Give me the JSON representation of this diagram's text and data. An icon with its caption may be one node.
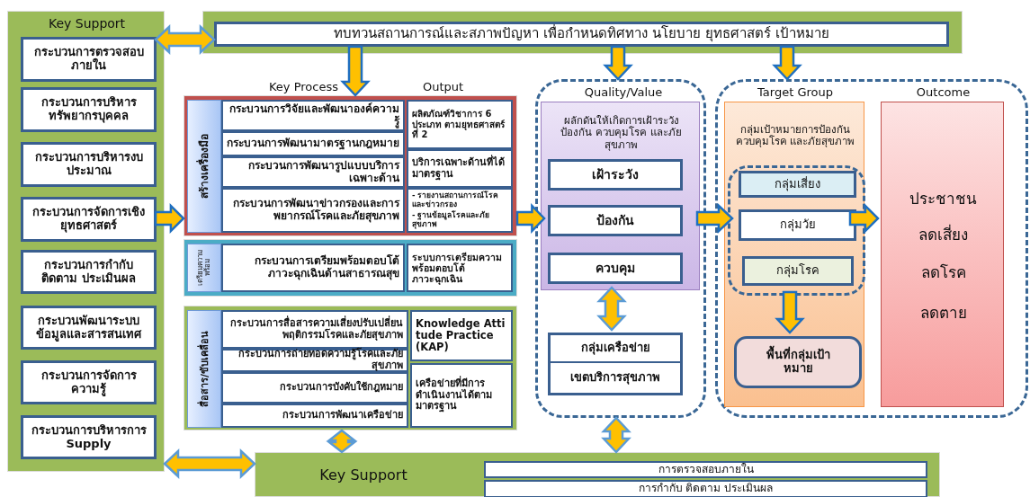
{
  "diagram": {
    "nodes": [
      {
        "text": [
          "Key Support"
        ]
      },
      {
        "text": [
          "กระบวนการตรวจสอบภายใน"
        ],
        "in": 0
      },
      {
        "text": [
          "กระบวนการบริหารทรัพยากรบุคคล"
        ],
        "in": 0
      },
      {
        "text": [
          "กระบวนการบริหารงบประมาณ"
        ],
        "in": 0
      },
      {
        "text": [
          "กระบวนการจัดการเชิงยุทธศาสตร์"
        ],
        "in": 0
      },
      {
        "text": [
          "กระบวนการกำกับ ติดตาม ประเมินผล"
        ],
        "in": 0
      },
      {
        "text": [
          "กระบวนพัฒนาระบบข้อมูลและสารสนเทศ"
        ],
        "in": 0
      },
      {
        "text": [
          "กระบวนการจัดการความรู้"
        ],
        "in": 0
      },
      {
        "text": [
          "กระบวนการบริหารการ Supply"
        ],
        "in": 0
      },
      {
        "text": [
          "ทบทวนสถานการณ์และสภาพปัญหา เพื่อกำหนดทิศทาง นโยบาย ยุทธศาสตร์ เป้าหมาย"
        ]
      },
      {
        "text": [],
        "shape": "box"
      },
      {
        "text": [
          "สร้างเครื่องมือ"
        ],
        "in": 10
      },
      {
        "text": [
          "กระบวนการวิจัยและพัฒนาองค์ความรู้"
        ],
        "in": 10
      },
      {
        "text": [
          "กระบวนการพัฒนามาตรฐานกฎหมาย"
        ],
        "in": 10
      },
      {
        "text": [
          "กระบวนการพัฒนารูปแบบบริการเฉพาะด้าน"
        ],
        "in": 10
      },
      {
        "text": [
          "กระบวนการพัฒนาข่าวกรองและการพยากรณ์โรคและภัยสุขภาพ"
        ],
        "in": 10
      },
      {
        "text": [
          "ผลิตภัณฑ์วิชาการ 6 ประเภท ตามยุทธศาสตร์ที่ 2"
        ],
        "in": 10
      },
      {
        "text": [
          "บริการเฉพาะด้านที่ได้มาตรฐาน"
        ],
        "in": 10
      },
      {
        "text": [
          "- รายงานสถานการณ์โรคและข่าวกรอง",
          "- ฐานข้อมูลโรคและภัยสุขภาพ"
        ],
        "in": 10
      },
      {
        "text": [],
        "shape": "box"
      },
      {
        "text": [
          "เตรียมความพร้อม"
        ],
        "in": 19
      },
      {
        "text": [
          "กระบวนการเตรียมพร้อมตอบโต้ภาวะฉุกเฉินด้านสาธารณสุข"
        ],
        "in": 19
      },
      {
        "text": [
          "ระบบการเตรียมความพร้อมตอบโต้ภาวะฉุกเฉิน"
        ],
        "in": 19
      },
      {
        "text": [],
        "shape": "box"
      },
      {
        "text": [
          "สื่อสาร/ขับเคลื่อน"
        ],
        "in": 23
      },
      {
        "text": [
          "กระบวนการสื่อสารความเสี่ยงปรับเปลี่ยนพฤติกรรมโรคและภัยสุขภาพ"
        ],
        "in": 23
      },
      {
        "text": [
          "กระบวนการถ่ายทอดความรู้โรคและภัยสุขภาพ"
        ],
        "in": 23
      },
      {
        "text": [
          "กระบวนการบังคับใช้กฎหมาย"
        ],
        "in": 23
      },
      {
        "text": [
          "กระบวนการพัฒนาเครือข่าย"
        ],
        "in": 23
      },
      {
        "text": [
          "Knowledge Attitude Practice (KAP)"
        ],
        "in": 23
      },
      {
        "text": [
          "เครือข่ายที่มีการดำเนินงานได้ตามมาตรฐาน"
        ],
        "in": 23
      },
      {
        "text": [
          "Quality/Value"
        ]
      },
      {
        "text": [
          "ผลักดันให้เกิดการเฝ้าระวัง ป้องกัน ควบคุมโรค และภัยสุขภาพ"
        ],
        "in": 31
      },
      {
        "text": [
          "เฝ้าระวัง"
        ],
        "in": 32
      },
      {
        "text": [
          "ป้องกัน"
        ],
        "in": 32
      },
      {
        "text": [
          "ควบคุม"
        ],
        "in": 32
      },
      {
        "text": [
          "กลุ่มเครือข่าย",
          "เขตบริการสุขภาพ"
        ],
        "in": 31
      },
      {
        "text": [],
        "shape": "box"
      },
      {
        "text": [
          "Target Group",
          "กลุ่มเป้าหมายการป้องกัน ควบคุมโรค และภัยสุขภาพ"
        ],
        "in": 37
      },
      {
        "text": [],
        "shape": "box",
        "in": 38
      },
      {
        "text": [
          "กลุ่มเสี่ยง"
        ],
        "in": 39
      },
      {
        "text": [
          "กลุ่มวัย"
        ],
        "in": 39
      },
      {
        "text": [
          "กลุ่มโรค"
        ],
        "in": 39
      },
      {
        "text": [
          "พื้นที่กลุ่มเป้าหมาย"
        ],
        "in": 38
      },
      {
        "text": [
          "Outcome",
          "ประชาชน",
          "ลดเสี่ยง",
          "ลดโรค",
          "ลดตาย"
        ],
        "in": 37
      },
      {
        "text": [
          "Key Support"
        ]
      },
      {
        "text": [
          "การตรวจสอบภายใน"
        ],
        "in": 45
      },
      {
        "text": [
          "การกำกับ ติดตาม ประเมินผล"
        ],
        "in": 45
      }
    ],
    "edges": [
      {
        "from": 1,
        "to": 9,
        "arrow": "both"
      },
      {
        "from": 9,
        "to": 10,
        "arrow": "to"
      },
      {
        "from": 9,
        "to": 31,
        "arrow": "to"
      },
      {
        "from": 9,
        "to": 37,
        "arrow": "to"
      },
      {
        "from": 4,
        "to": 10,
        "arrow": "to"
      },
      {
        "from": 10,
        "to": 34,
        "arrow": "to"
      },
      {
        "from": 32,
        "to": 41,
        "arrow": "to"
      },
      {
        "from": 41,
        "to": 44,
        "arrow": "to"
      },
      {
        "from": 39,
        "to": 43,
        "arrow": "to"
      },
      {
        "from": 32,
        "to": 36,
        "arrow": "both"
      },
      {
        "from": 31,
        "to": 45,
        "arrow": "both"
      },
      {
        "from": 23,
        "to": 45,
        "arrow": "both"
      },
      {
        "from": 0,
        "to": 45,
        "arrow": "both"
      }
    ],
    "labels": [
      "Key Process",
      "Output"
    ]
  }
}
